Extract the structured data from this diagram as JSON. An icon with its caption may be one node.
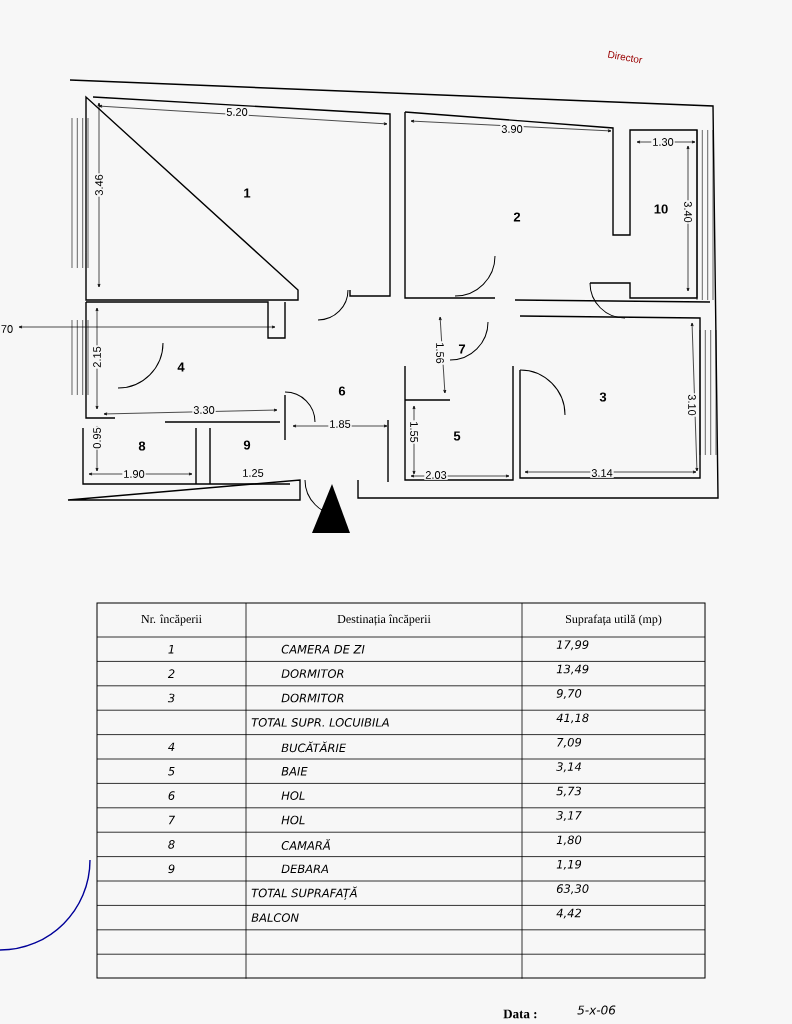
{
  "diagram": {
    "labels": [
      "5.20",
      "3.90",
      "1.30",
      "1",
      "3.46",
      "2",
      "10",
      "3.40",
      "70",
      "2.15",
      "1.56",
      "7",
      "4",
      "3",
      "3.10",
      "6",
      "3.30",
      "1.85",
      "1.55",
      "5",
      "0.95",
      "8",
      "9",
      "1.90",
      "1.25",
      "2.03",
      "3.14",
      "Nr. încăperii",
      "Destinația încăperii",
      "Suprafața utilă (mp)",
      "1",
      "CAMERA DE ZI",
      "17,99",
      "2",
      "DORMITOR",
      "13,49",
      "3",
      "DORMITOR",
      "9,70",
      "TOTAL SUPR. LOCUIBILA",
      "41,18",
      "4",
      "BUCĂTĂRIE",
      "7,09",
      "5",
      "BAIE",
      "3,14",
      "6",
      "HOL",
      "5,73",
      "7",
      "HOL",
      "3,17",
      "8",
      "CAMARĂ",
      "1,80",
      "9",
      "DEBARA",
      "1,19",
      "TOTAL SUPRAFAȚĂ",
      "63,30",
      "BALCON",
      "4,42",
      "Director",
      "Data :",
      "5-x-06"
    ]
  }
}
